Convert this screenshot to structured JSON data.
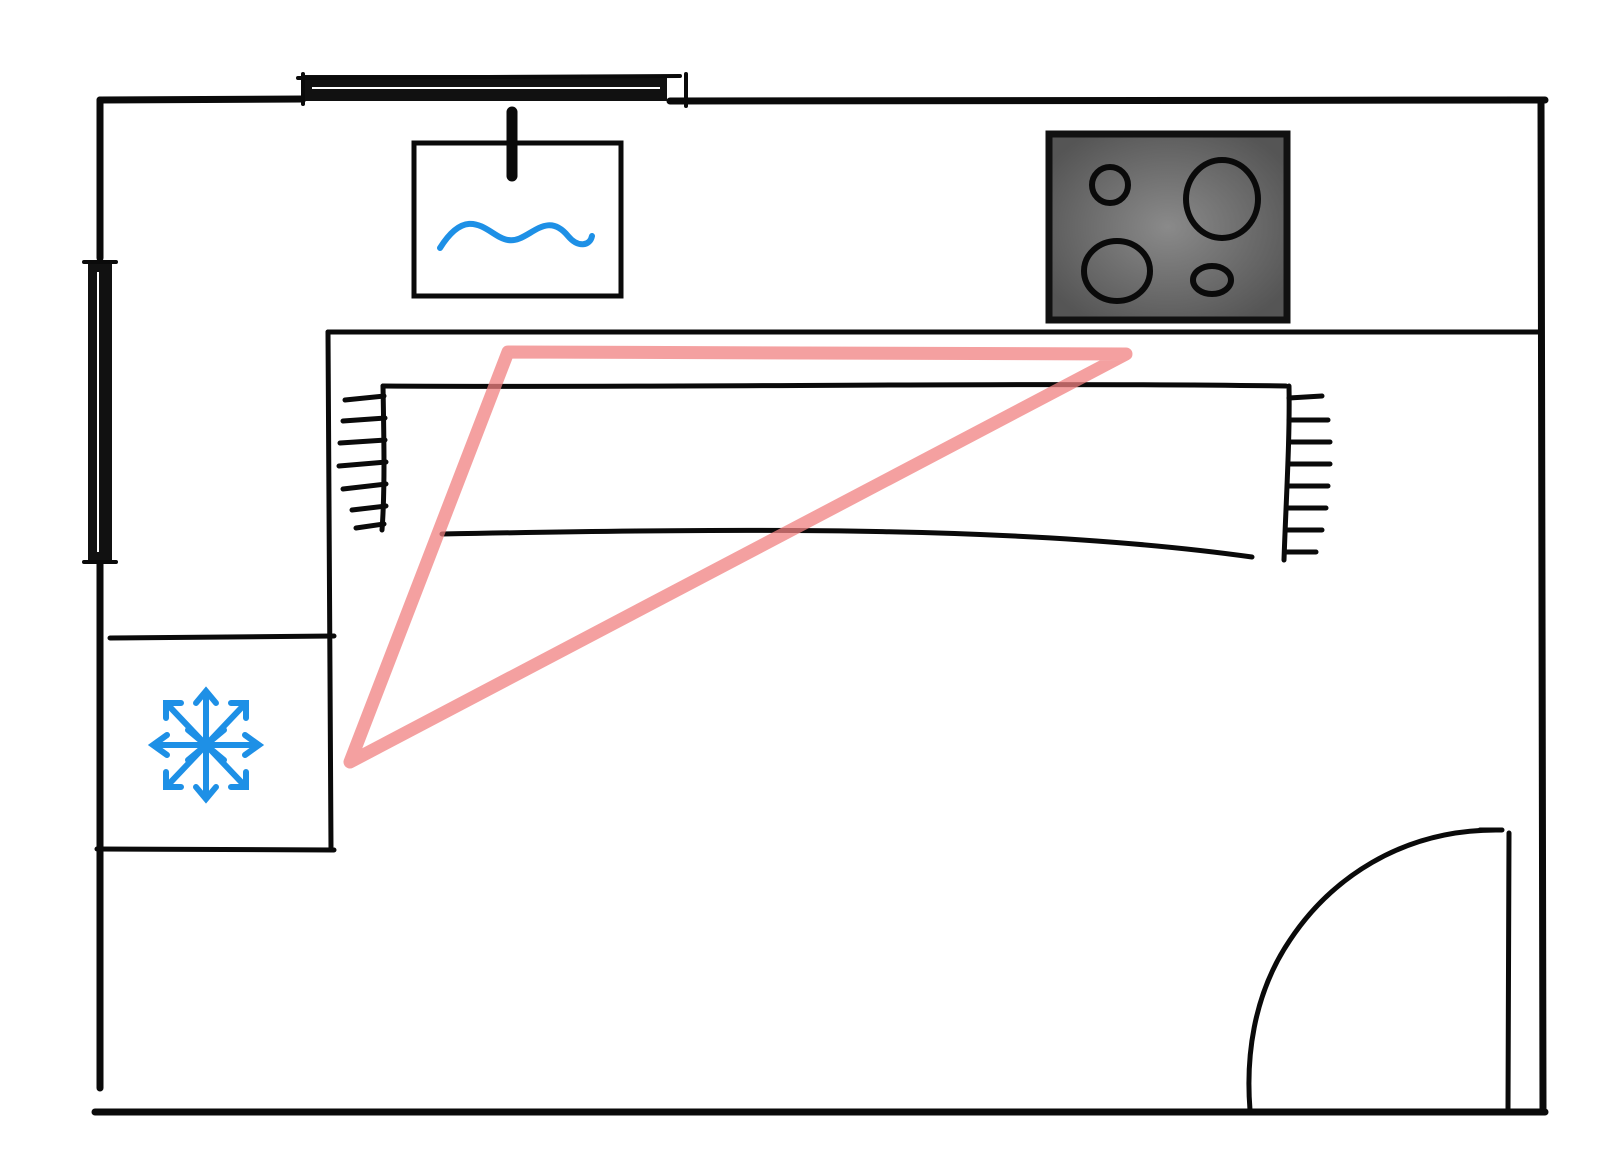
{
  "diagram": {
    "kind": "kitchen-floor-plan-sketch",
    "elements": [
      "window-top",
      "window-left",
      "sink",
      "cooktop",
      "table-with-chairs",
      "refrigerator",
      "door",
      "work-triangle"
    ],
    "colors": {
      "wall": "#0a0a0a",
      "water": "#1e90e6",
      "cold": "#1e90e6",
      "cooktop": "#6a6a6a",
      "work_triangle": "#f08080"
    },
    "icons": {
      "sink": "water-wave-icon",
      "refrigerator": "snowflake-icon",
      "cooktop": "burner-icon"
    }
  }
}
